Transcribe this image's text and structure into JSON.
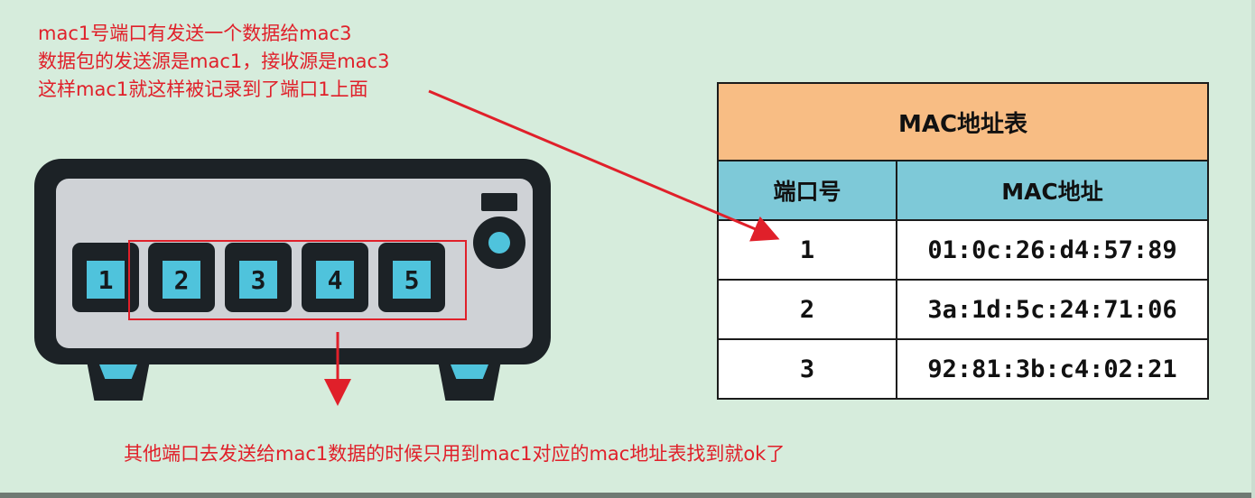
{
  "annotations": {
    "top_lines": [
      "mac1号端口有发送一个数据给mac3",
      "数据包的发送源是mac1，接收源是mac3",
      "这样mac1就这样被记录到了端口1上面"
    ],
    "bottom_line": "其他端口去发送给mac1数据的时候只用到mac1对应的mac地址表找到就ok了"
  },
  "switch": {
    "ports": [
      "1",
      "2",
      "3",
      "4",
      "5"
    ]
  },
  "mac_table": {
    "title": "MAC地址表",
    "headers": {
      "port": "端口号",
      "address": "MAC地址"
    },
    "rows": [
      {
        "port": "1",
        "address": "01:0c:26:d4:57:89"
      },
      {
        "port": "2",
        "address": "3a:1d:5c:24:71:06"
      },
      {
        "port": "3",
        "address": "92:81:3b:c4:02:21"
      }
    ]
  },
  "colors": {
    "background": "#d6ecdc",
    "annotation_red": "#e0202a",
    "device_dark": "#1c2226",
    "device_panel": "#cfd2d6",
    "port_cyan": "#4fc3dc",
    "table_title_orange": "#f8bd84",
    "table_header_blue": "#7ec9d8"
  }
}
